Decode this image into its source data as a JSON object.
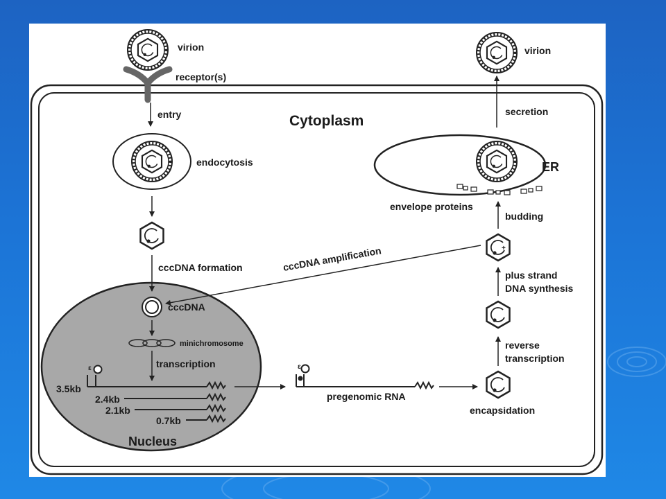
{
  "diagram": {
    "labels": {
      "virion_in": "virion",
      "receptors": "receptor(s)",
      "entry": "entry",
      "cytoplasm": "Cytoplasm",
      "endocytosis": "endocytosis",
      "cccdna_formation": "cccDNA formation",
      "cccdna": "cccDNA",
      "minichromosome": "minichromosome",
      "transcription": "transcription",
      "epsilon": "ε",
      "kb35": "3.5kb",
      "kb24": "2.4kb",
      "kb21": "2.1kb",
      "kb07": "0.7kb",
      "nucleus": "Nucleus",
      "pregenomic_rna": "pregenomic RNA",
      "encapsidation": "encapsidation",
      "reverse_transcription_1": "reverse",
      "reverse_transcription_2": "transcription",
      "plus_strand_1": "plus strand",
      "plus_strand_2": "DNA synthesis",
      "cccdna_amplification": "cccDNA amplification",
      "budding": "budding",
      "envelope_proteins": "envelope proteins",
      "er": "ER",
      "secretion": "secretion",
      "virion_out": "virion"
    }
  }
}
